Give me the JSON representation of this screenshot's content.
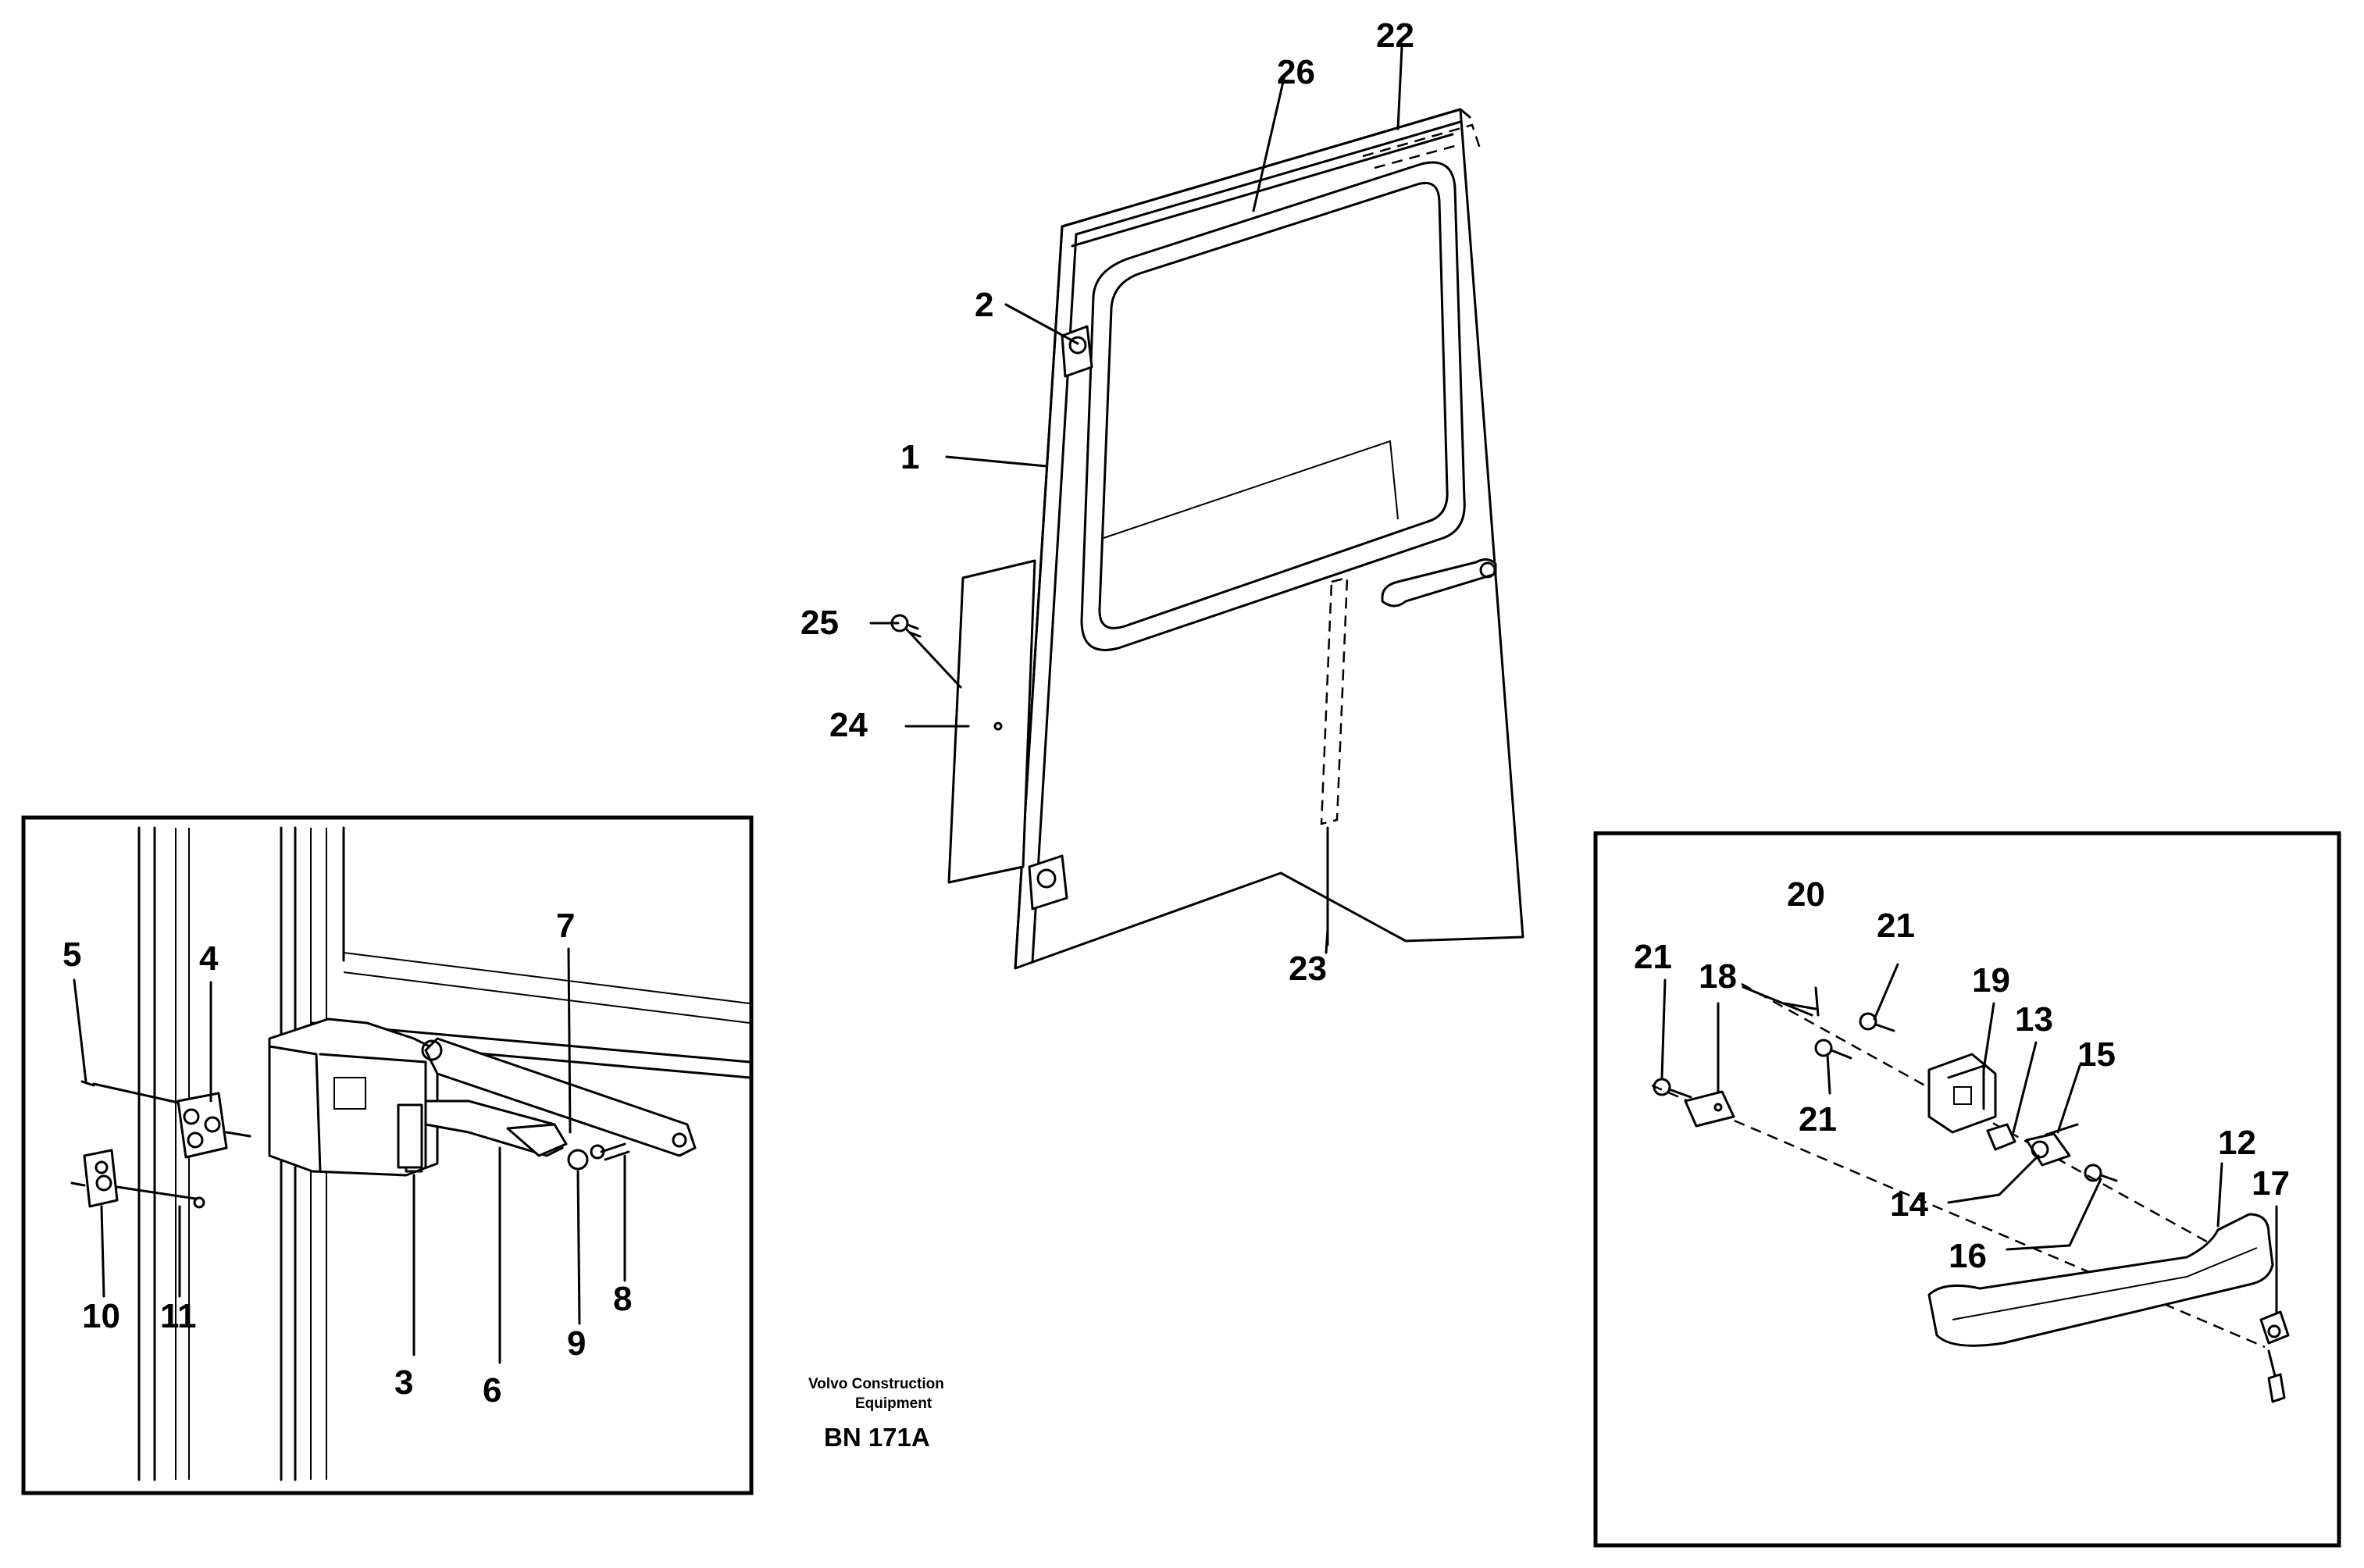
{
  "diagram": {
    "callouts": {
      "n1": "1",
      "n2": "2",
      "n3": "3",
      "n4": "4",
      "n5": "5",
      "n6": "6",
      "n7": "7",
      "n8": "8",
      "n9": "9",
      "n10": "10",
      "n11": "11",
      "n12": "12",
      "n13": "13",
      "n14": "14",
      "n15": "15",
      "n16": "16",
      "n17": "17",
      "n18": "18",
      "n19": "19",
      "n20": "20",
      "n21a": "21",
      "n21b": "21",
      "n21c": "21",
      "n22": "22",
      "n23": "23",
      "n24": "24",
      "n25": "25",
      "n26": "26"
    },
    "footer": {
      "publisher_line1": "Volvo Construction",
      "publisher_line2": "Equipment",
      "figure_code": "BN 171A"
    }
  }
}
